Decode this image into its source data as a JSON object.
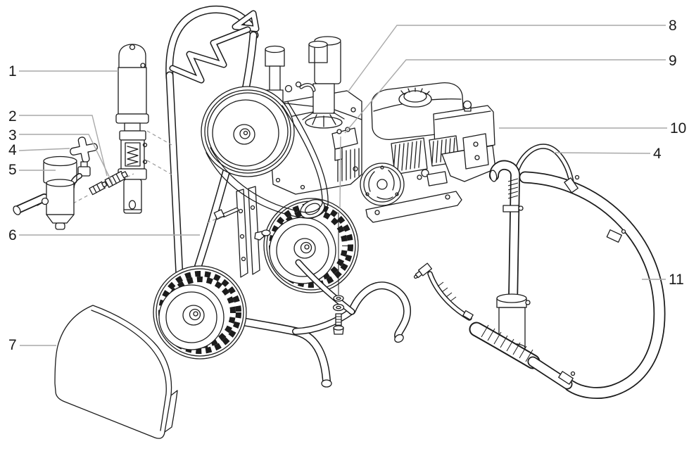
{
  "figure": {
    "type": "exploded-parts-diagram",
    "colors": {
      "background": "#ffffff",
      "line": "#1c1c1c",
      "leader": "#a9a9a9"
    }
  },
  "callouts": {
    "left": [
      {
        "label": "1"
      },
      {
        "label": "2"
      },
      {
        "label": "3"
      },
      {
        "label": "4"
      },
      {
        "label": "5"
      },
      {
        "label": "6"
      },
      {
        "label": "7"
      }
    ],
    "right": [
      {
        "label": "8"
      },
      {
        "label": "9"
      },
      {
        "label": "10"
      },
      {
        "label": "4"
      },
      {
        "label": "11"
      }
    ]
  }
}
